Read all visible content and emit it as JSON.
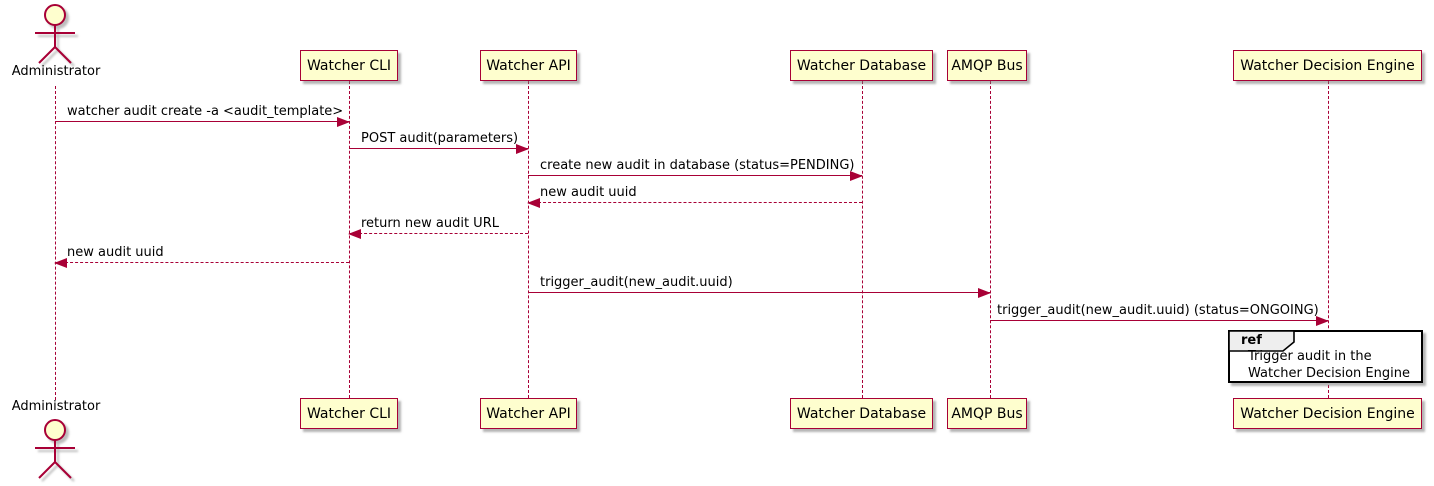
{
  "diagram_type": "plantuml-sequence",
  "colors": {
    "participant_fill": "#FEFECE",
    "participant_border": "#A80036",
    "line": "#A80036",
    "text": "#000000",
    "ref_border": "#000000",
    "ref_header_fill": "#EEEEEE",
    "background": "#FFFFFF"
  },
  "actor": {
    "name": "Administrator"
  },
  "participants": [
    {
      "name": "Watcher CLI"
    },
    {
      "name": "Watcher API"
    },
    {
      "name": "Watcher Database"
    },
    {
      "name": "AMQP Bus"
    },
    {
      "name": "Watcher Decision Engine"
    }
  ],
  "messages": [
    {
      "from": "Administrator",
      "to": "Watcher CLI",
      "text": "watcher audit create -a <audit_template>",
      "line": "solid",
      "direction": "right"
    },
    {
      "from": "Watcher CLI",
      "to": "Watcher API",
      "text": "POST audit(parameters)",
      "line": "solid",
      "direction": "right"
    },
    {
      "from": "Watcher API",
      "to": "Watcher Database",
      "text": "create new audit in database (status=PENDING)",
      "line": "solid",
      "direction": "right"
    },
    {
      "from": "Watcher Database",
      "to": "Watcher API",
      "text": "new audit uuid",
      "line": "dashed",
      "direction": "left"
    },
    {
      "from": "Watcher API",
      "to": "Watcher CLI",
      "text": "return new audit URL",
      "line": "dashed",
      "direction": "left"
    },
    {
      "from": "Watcher CLI",
      "to": "Administrator",
      "text": "new audit uuid",
      "line": "dashed",
      "direction": "left"
    },
    {
      "from": "Watcher API",
      "to": "AMQP Bus",
      "text": "trigger_audit(new_audit.uuid)",
      "line": "solid",
      "direction": "right"
    },
    {
      "from": "AMQP Bus",
      "to": "Watcher Decision Engine",
      "text": "trigger_audit(new_audit.uuid) (status=ONGOING)",
      "line": "solid",
      "direction": "right"
    }
  ],
  "ref": {
    "keyword": "ref",
    "lines": [
      "Trigger audit in the",
      "Watcher Decision Engine"
    ]
  }
}
